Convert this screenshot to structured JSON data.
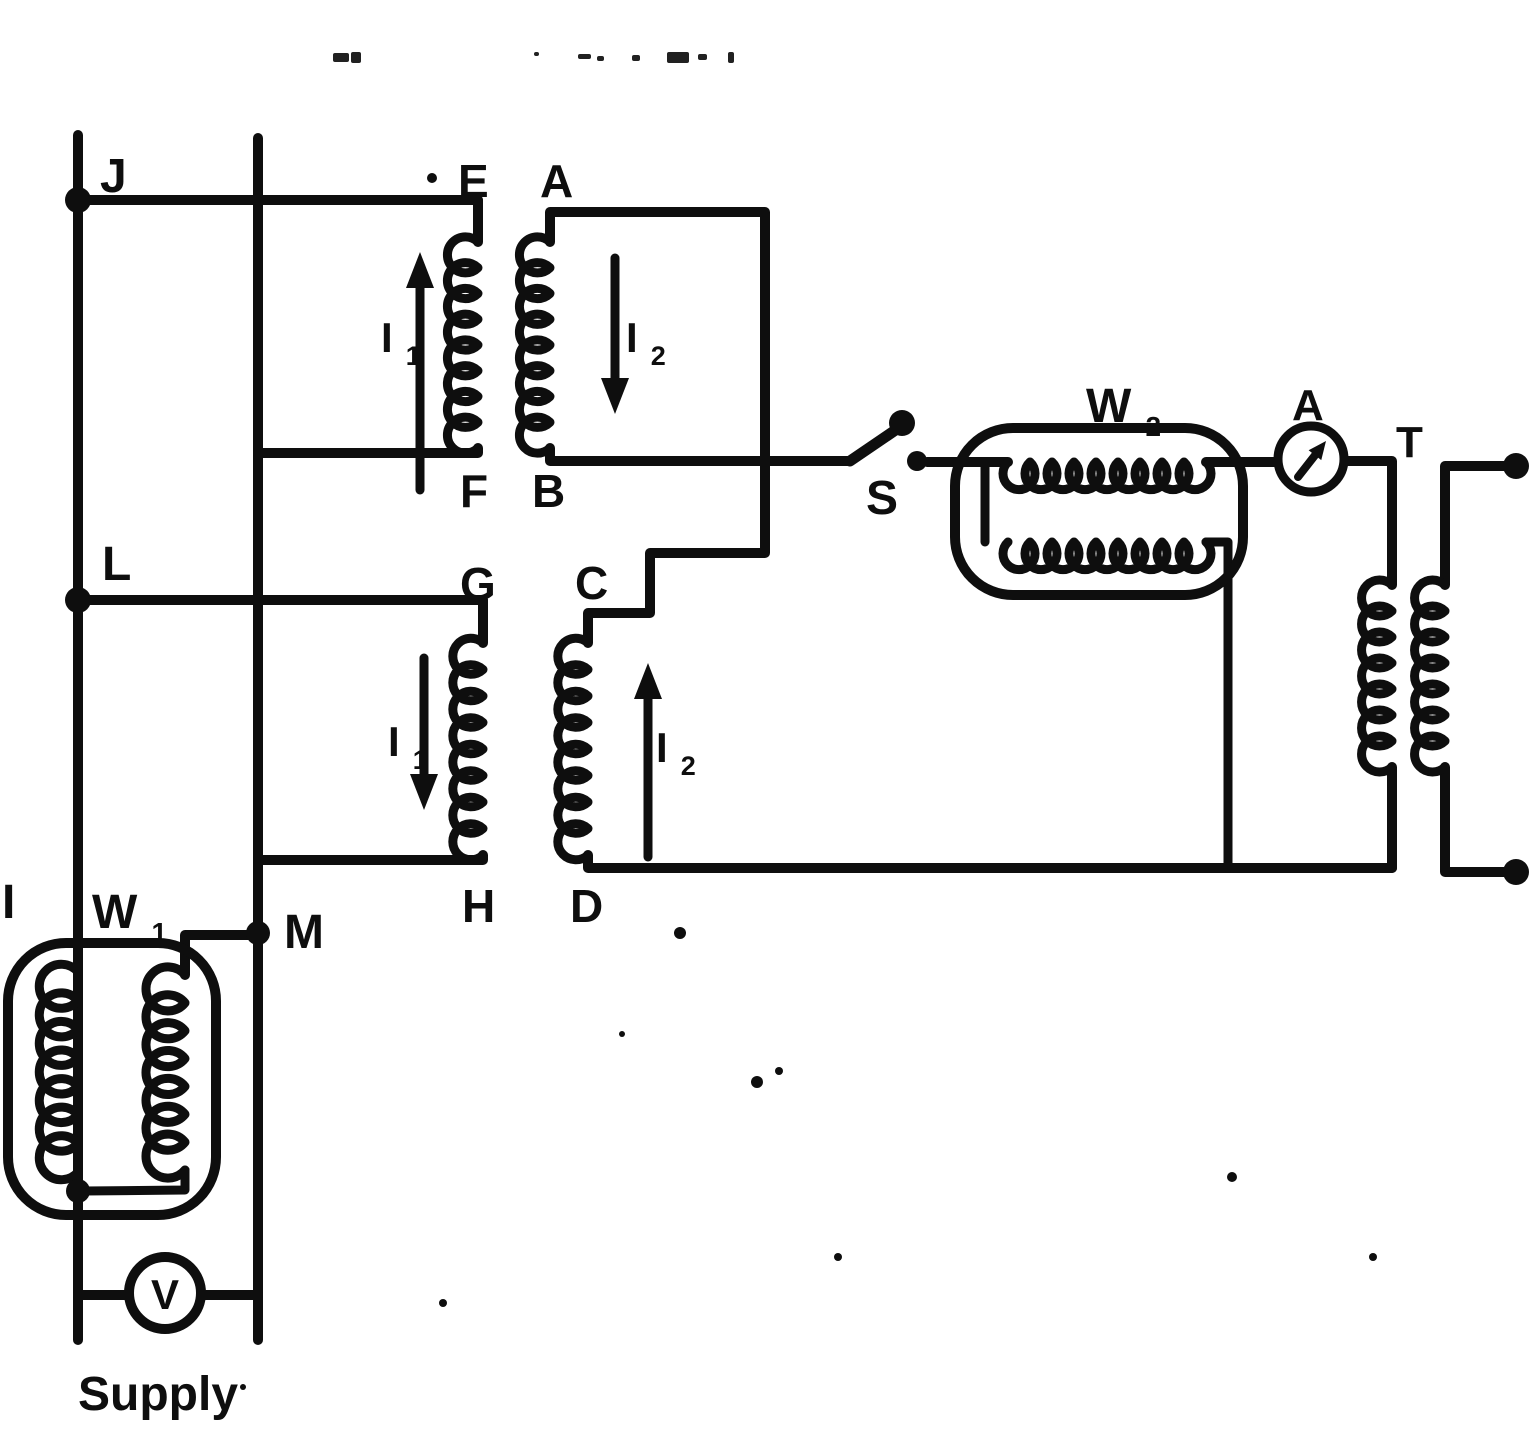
{
  "page": {
    "background": "#ffffff",
    "ink_color": "#0e0e0e",
    "figure_type": "scanned transformer back-to-back test circuit diagram"
  },
  "labels": {
    "J": {
      "text": "J"
    },
    "E": {
      "text": "E"
    },
    "A_node": {
      "text": "A"
    },
    "F": {
      "text": "F"
    },
    "B": {
      "text": "B"
    },
    "L": {
      "text": "L"
    },
    "G": {
      "text": "G"
    },
    "C": {
      "text": "C"
    },
    "H": {
      "text": "H"
    },
    "D": {
      "text": "D"
    },
    "M": {
      "text": "M"
    },
    "S": {
      "text": "S"
    },
    "T": {
      "text": "T"
    },
    "I_left": {
      "text": "I"
    },
    "W1": {
      "text": "W",
      "sub": "1"
    },
    "W2": {
      "text": "W",
      "sub": "2"
    },
    "I1_top": {
      "text": "I",
      "sub": "1"
    },
    "I2_top": {
      "text": "I",
      "sub": "2"
    },
    "I1_bottom": {
      "text": "I",
      "sub": "1"
    },
    "I2_bottom": {
      "text": "I",
      "sub": "2"
    },
    "ammeter": {
      "text": "A"
    },
    "voltmeter": {
      "text": "V"
    },
    "supply": {
      "text": "Supply"
    }
  }
}
